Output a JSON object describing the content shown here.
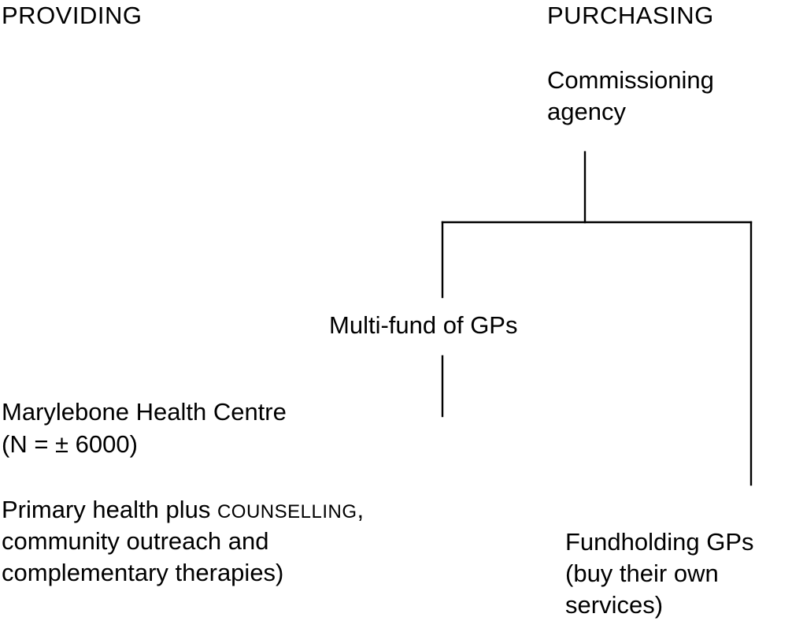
{
  "headings": {
    "providing": "PROVIDING",
    "purchasing": "PURCHASING"
  },
  "nodes": {
    "commissioning_agency": [
      "Commissioning",
      "agency"
    ],
    "multi_fund": "Multi-fund of GPs",
    "marylebone": {
      "name": "Marylebone Health Centre",
      "population": "(N = ± 6000)",
      "services_line1_prefix": "Primary health plus ",
      "services_line1_caps": "COUNSELLING",
      "services_line1_suffix": ",",
      "services_line2": "community outreach and",
      "services_line3": "complementary therapies)"
    },
    "fundholding": [
      "Fundholding GPs",
      "(buy their own",
      "services)"
    ]
  }
}
